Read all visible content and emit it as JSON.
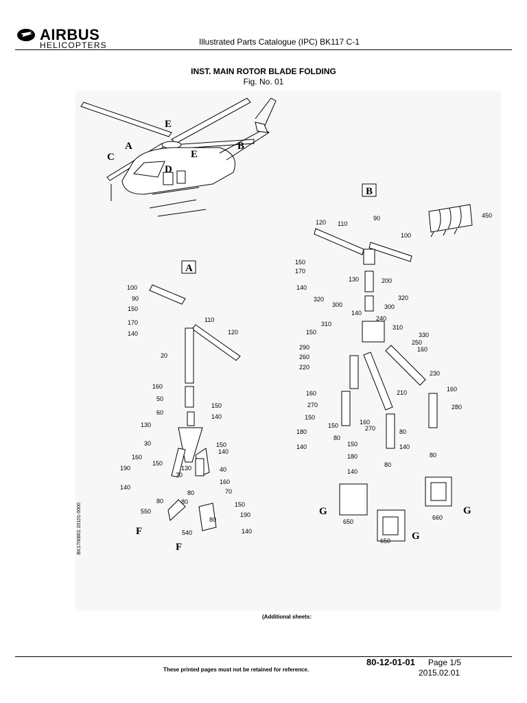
{
  "header": {
    "brand": "AIRBUS",
    "brand_sub": "HELICOPTERS",
    "document_title": "Illustrated Parts Catalogue (IPC) BK117 C-1"
  },
  "figure": {
    "title": "INST. MAIN ROTOR BLADE FOLDING",
    "number": "Fig. No. 01",
    "drawing_code": "BK1700801 20101-0000",
    "additional_sheets": "(Additional sheets:"
  },
  "detail_labels": {
    "A": "A",
    "B": "B",
    "view_letters": [
      "E",
      "A",
      "C",
      "D",
      "E",
      "B",
      "F",
      "F",
      "G",
      "G",
      "G"
    ]
  },
  "callouts_view_A": [
    "100",
    "90",
    "150",
    "170",
    "140",
    "110",
    "120",
    "20",
    "160",
    "50",
    "150",
    "60",
    "140",
    "130",
    "30",
    "150",
    "140",
    "160",
    "150",
    "190",
    "130",
    "40",
    "70",
    "160",
    "140",
    "80",
    "80",
    "70",
    "550",
    "80",
    "150",
    "190",
    "540",
    "80",
    "140"
  ],
  "callouts_view_B": [
    "450",
    "120",
    "110",
    "90",
    "100",
    "150",
    "170",
    "200",
    "130",
    "140",
    "320",
    "300",
    "320",
    "140",
    "300",
    "240",
    "310",
    "310",
    "150",
    "330",
    "250",
    "290",
    "160",
    "260",
    "220",
    "230",
    "160",
    "160",
    "210",
    "270",
    "280",
    "150",
    "160",
    "270",
    "150",
    "80",
    "180",
    "80",
    "140",
    "150",
    "140",
    "80",
    "180",
    "80",
    "140",
    "650",
    "660",
    "650"
  ],
  "footer": {
    "notice": "These printed pages must not be retained for reference.",
    "doc_ref": "80-12-01-01",
    "page": "Page 1/5",
    "date": "2015.02.01"
  }
}
